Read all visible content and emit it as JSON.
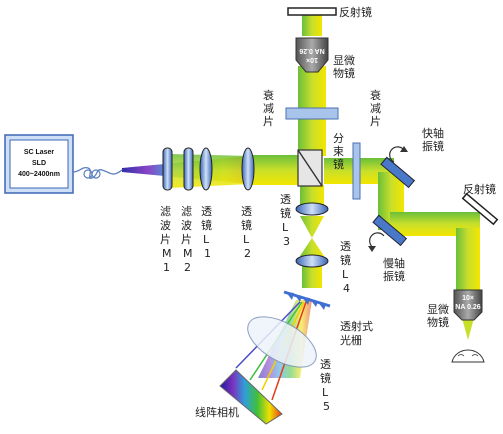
{
  "source": {
    "line1": "SC Laser",
    "line2": "SLD",
    "line3": "400~2400nm"
  },
  "labels": {
    "mirror_top": "反射镜",
    "objective_top": [
      "显微",
      "物镜"
    ],
    "atten_left": [
      "衰",
      "减",
      "片"
    ],
    "atten_right": [
      "衰",
      "减",
      "片"
    ],
    "beam_splitter": [
      "分",
      "束",
      "镜"
    ],
    "fast_galvo": [
      "快轴",
      "振镜"
    ],
    "slow_galvo": [
      "慢轴",
      "振镜"
    ],
    "mirror_right": "反射镜",
    "objective_right": [
      "显微",
      "物镜"
    ],
    "filter_m1": [
      "滤",
      "波",
      "片",
      "M",
      "1"
    ],
    "filter_m2": [
      "滤",
      "波",
      "片",
      "M",
      "2"
    ],
    "lens_l1": [
      "透",
      "镜",
      "L",
      "1"
    ],
    "lens_l2": [
      "透",
      "镜",
      "L",
      "2"
    ],
    "lens_l3": [
      "透",
      "镜",
      "L",
      "3"
    ],
    "lens_l4": [
      "透",
      "镜",
      "L",
      "4"
    ],
    "grating": [
      "透射式",
      "光栅"
    ],
    "lens_l5": [
      "透",
      "镜",
      "L",
      "5"
    ],
    "camera": "线阵相机"
  },
  "objective_text": {
    "top_mag": "10×",
    "top_na": "NA 0.26",
    "right_mag": "10×",
    "right_na": "NA 0.26"
  },
  "colors": {
    "beam_green": "#8dc63f",
    "beam_yellow": "#f2e000",
    "lens": "#5b8fd6",
    "atten": "#a9c4ea",
    "galvo": "#4a78c8",
    "grating": "#3f6fd0"
  }
}
